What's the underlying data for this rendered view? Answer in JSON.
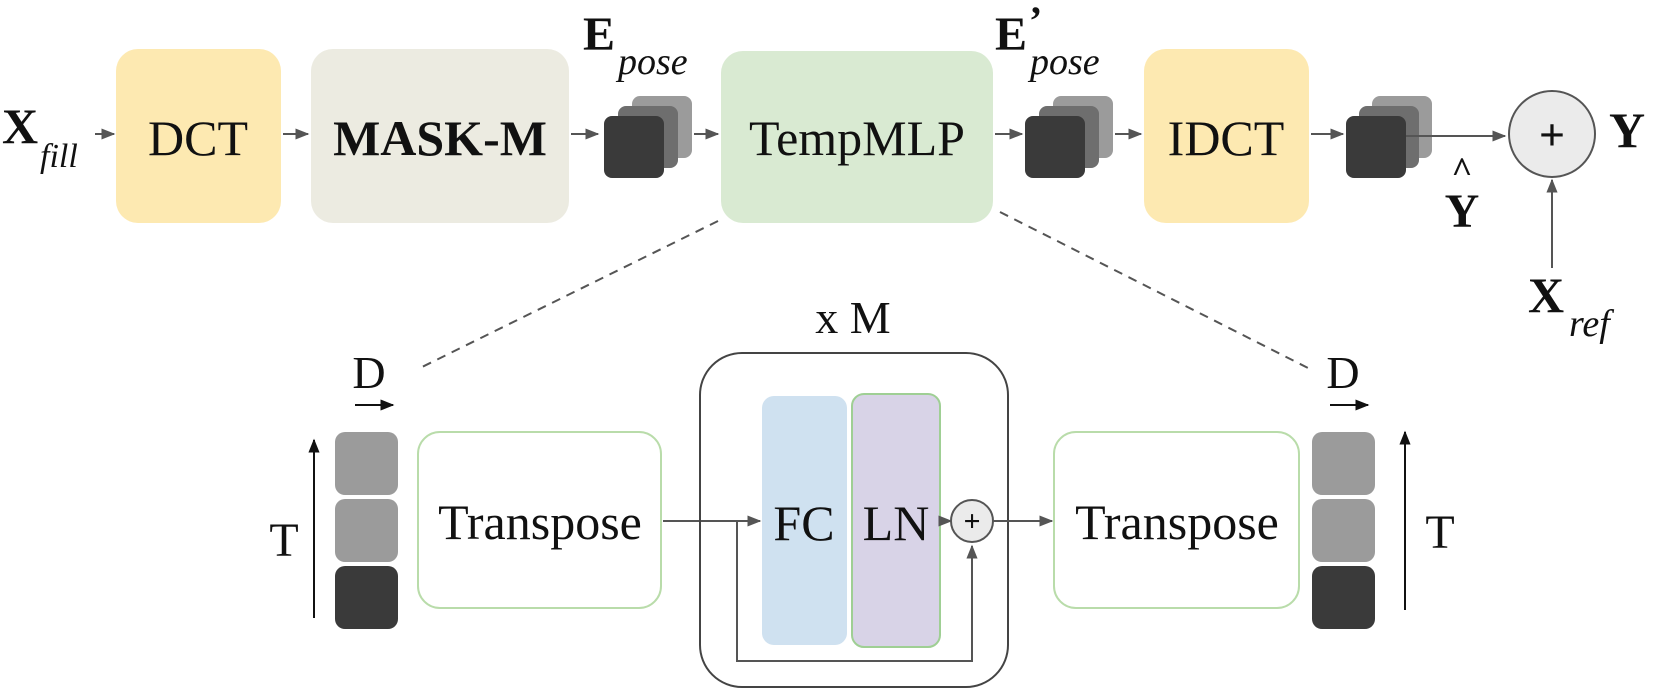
{
  "top_row": {
    "input_label": {
      "main": "X",
      "sub": "fill"
    },
    "dct": "DCT",
    "mask": "MASK-M",
    "e_pose": {
      "main": "E",
      "sub": "pose"
    },
    "tempmlp": "TempMLP",
    "e_pose_prime": {
      "main": "E",
      "prime": "’",
      "sub": "pose"
    },
    "idct": "IDCT",
    "y_hat": {
      "main": "Y",
      "hat": "^"
    },
    "plus": "+",
    "output": "Y",
    "x_ref": {
      "main": "X",
      "sub": "ref"
    }
  },
  "detail": {
    "repeat_label": "x M",
    "left_d": "D",
    "left_t": "T",
    "transpose_left": "Transpose",
    "fc": "FC",
    "ln": "LN",
    "inner_plus": "+",
    "transpose_right": "Transpose",
    "right_d": "D",
    "right_t": "T"
  },
  "colors": {
    "yellow_block": "#fde9b1",
    "mask_block": "#ecebe1",
    "tempmlp_block": "#d9ead2",
    "fc_block": "#cfe1f0",
    "ln_block": "#d8d3e7",
    "ln_border": "#9fcf94",
    "transpose_border": "#b9dcaa",
    "token_dark": "#3a3a3a",
    "token_mid": "#6e6e6e",
    "token_light": "#9b9b9b",
    "arrow": "#555555"
  }
}
